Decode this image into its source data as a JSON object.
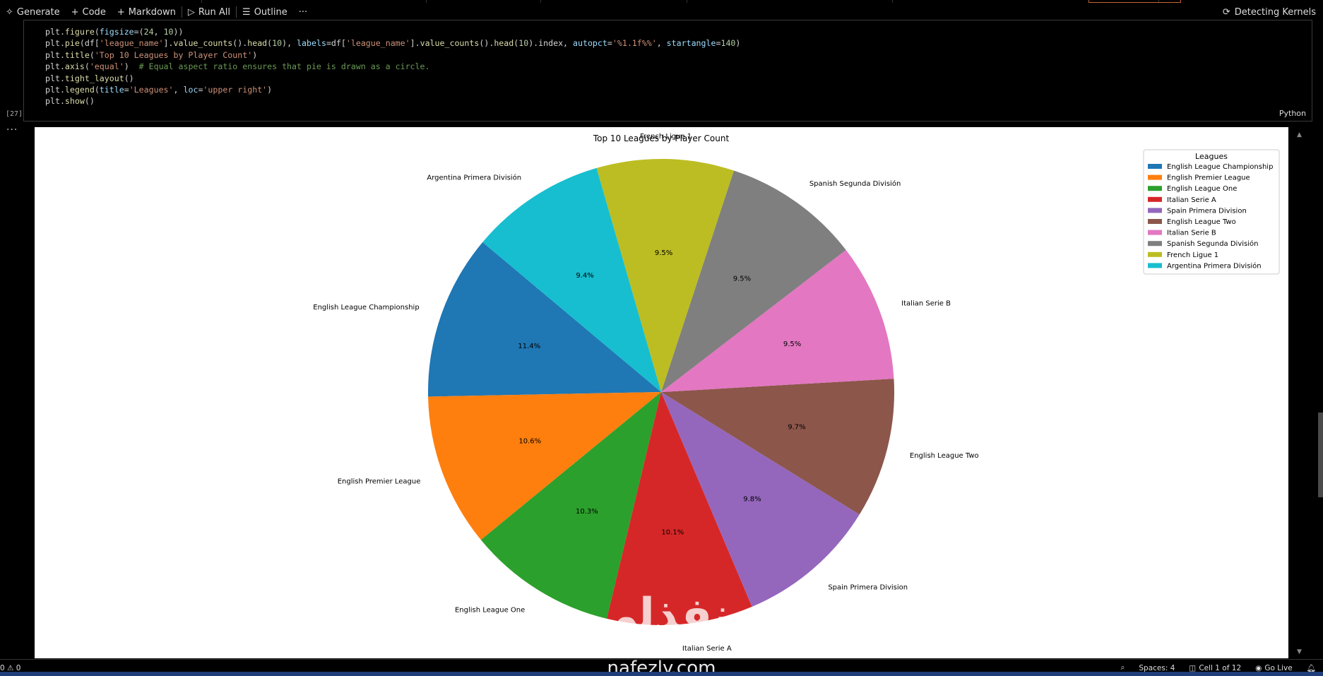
{
  "toolbar": {
    "generate": "Generate",
    "code": "Code",
    "markdown": "Markdown",
    "run_all": "Run All",
    "outline": "Outline",
    "more": "···",
    "kernel_status": "Detecting Kernels"
  },
  "cell": {
    "execution_count": "[27]",
    "language": "Python",
    "output_menu": "···"
  },
  "status_bar": {
    "problems": "0 ⚠ 0",
    "spaces": "Spaces: 4",
    "cell_position": "Cell 1 of 12",
    "go_live": "Go Live"
  },
  "watermark": {
    "arabic": "نفذلي",
    "latin": "nafezly.com"
  },
  "chart_data": {
    "type": "pie",
    "title": "Top 10 Leagues by Player Count",
    "start_angle": 140,
    "legend": {
      "title": "Leagues",
      "placement": "upper right"
    },
    "categories": [
      "English League Championship",
      "English Premier League",
      "English League One",
      "Italian Serie A",
      "Spain Primera Division",
      "English League Two",
      "Italian Serie B",
      "Spanish Segunda División",
      "French Ligue 1",
      "Argentina Primera División"
    ],
    "values": [
      11.4,
      10.6,
      10.3,
      10.1,
      9.8,
      9.7,
      9.5,
      9.5,
      9.5,
      9.4
    ],
    "pct_labels": [
      "11.4%",
      "10.6%",
      "10.3%",
      "10.1%",
      "9.8%",
      "9.7%",
      "9.5%",
      "9.5%",
      "9.5%",
      "9.4%"
    ],
    "colors": [
      "#1f77b4",
      "#ff7f0e",
      "#2ca02c",
      "#d62728",
      "#9467bd",
      "#8c564b",
      "#e377c2",
      "#7f7f7f",
      "#bcbd22",
      "#17becf"
    ]
  }
}
